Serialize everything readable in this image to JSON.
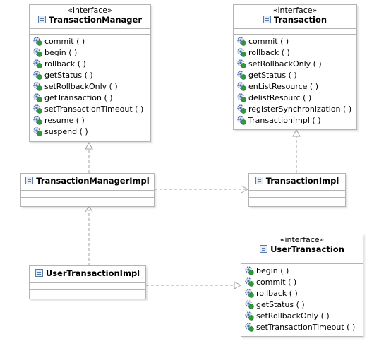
{
  "classes": {
    "transaction_manager": {
      "stereotype": "«interface»",
      "name": "TransactionManager",
      "methods": [
        "commit ( )",
        "begin ( )",
        "rollback ( )",
        "getStatus ( )",
        "setRollbackOnly ( )",
        "getTransaction ( )",
        "setTransactionTimeout ( )",
        "resume ( )",
        "suspend ( )"
      ]
    },
    "transaction": {
      "stereotype": "«interface»",
      "name": "Transaction",
      "methods": [
        "commit ( )",
        "rollback ( )",
        "setRollbackOnly ( )",
        "getStatus ( )",
        "enListResource ( )",
        "delistResourc ( )",
        "registerSynchronization ( )",
        "TransactionImpl ( )"
      ]
    },
    "transaction_manager_impl": {
      "name": "TransactionManagerImpl"
    },
    "transaction_impl": {
      "name": "TransactionImpl"
    },
    "user_transaction_impl": {
      "name": "UserTransactionImpl"
    },
    "user_transaction": {
      "stereotype": "«interface»",
      "name": "UserTransaction",
      "methods": [
        "begin ( )",
        "commit ( )",
        "rollback ( )",
        "getStatus ( )",
        "setRollbackOnly ( )",
        "setTransactionTimeout ( )"
      ]
    }
  },
  "colors": {
    "border": "#b4b4b4",
    "connector": "#a0a0a0",
    "method_icon": "#2e9a3c",
    "gear_icon": "#4a6fa8"
  }
}
